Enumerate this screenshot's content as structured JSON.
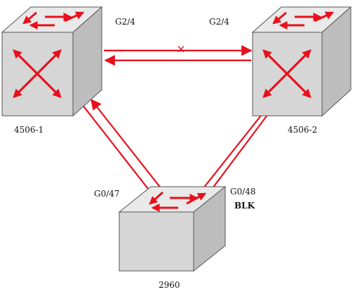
{
  "diagram": {
    "colors": {
      "link": "#e8101c",
      "device_top": "#e9e9e9",
      "device_front": "#d6d6d6",
      "device_side": "#bdbdbd",
      "device_edge": "#555555",
      "arrow": "#e8101c"
    },
    "nodes": {
      "core1": {
        "label": "4506-1",
        "icon": "multilayer-switch-icon"
      },
      "core2": {
        "label": "4506-2",
        "icon": "multilayer-switch-icon"
      },
      "access": {
        "label": "2960",
        "icon": "layer2-switch-icon"
      }
    },
    "ports": {
      "core1_g": "G2/4",
      "core2_g": "G2/4",
      "access_left": "G0/47",
      "access_right": "G0/48",
      "blocked_state": "BLK"
    },
    "blocked_marker": "×"
  }
}
